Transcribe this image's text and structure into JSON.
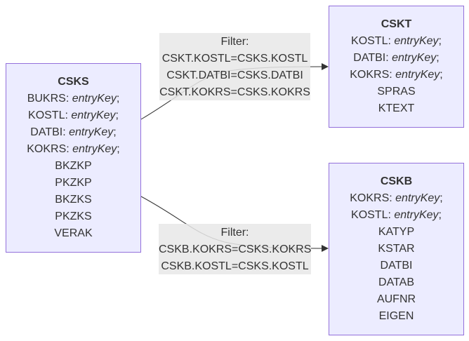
{
  "colors": {
    "entity_fill": "#ececff",
    "entity_border": "#9370db",
    "label_fill": "#e8e8e8",
    "edge": "#333333"
  },
  "entities": {
    "csks": {
      "name": "CSKS",
      "rows": [
        {
          "field": "BUKRS: ",
          "key": "entryKey",
          "suffix": ";"
        },
        {
          "field": "KOSTL: ",
          "key": "entryKey",
          "suffix": ";"
        },
        {
          "field": "DATBI: ",
          "key": "entryKey",
          "suffix": ";"
        },
        {
          "field": "KOKRS: ",
          "key": "entryKey",
          "suffix": ";"
        },
        {
          "field": "BKZKP"
        },
        {
          "field": "PKZKP"
        },
        {
          "field": "BKZKS"
        },
        {
          "field": "PKZKS"
        },
        {
          "field": "VERAK"
        }
      ]
    },
    "cskt": {
      "name": "CSKT",
      "rows": [
        {
          "field": "KOSTL: ",
          "key": "entryKey",
          "suffix": ";"
        },
        {
          "field": "DATBI: ",
          "key": "entryKey",
          "suffix": ";"
        },
        {
          "field": "KOKRS: ",
          "key": "entryKey",
          "suffix": ";"
        },
        {
          "field": "SPRAS"
        },
        {
          "field": "KTEXT"
        }
      ]
    },
    "cskb": {
      "name": "CSKB",
      "rows": [
        {
          "field": "KOKRS: ",
          "key": "entryKey",
          "suffix": ";"
        },
        {
          "field": "KOSTL: ",
          "key": "entryKey",
          "suffix": ";"
        },
        {
          "field": "KATYP"
        },
        {
          "field": "KSTAR"
        },
        {
          "field": "DATBI"
        },
        {
          "field": "DATAB"
        },
        {
          "field": "AUFNR"
        },
        {
          "field": "EIGEN"
        }
      ]
    }
  },
  "edges": {
    "csks_cskt": {
      "from": "CSKS",
      "to": "CSKT",
      "label": [
        "Filter:",
        "CSKT.KOSTL=CSKS.KOSTL",
        "CSKT.DATBI=CSKS.DATBI",
        "CSKT.KOKRS=CSKS.KOKRS"
      ]
    },
    "csks_cskb": {
      "from": "CSKS",
      "to": "CSKB",
      "label": [
        "Filter:",
        "CSKB.KOKRS=CSKS.KOKRS",
        "CSKB.KOSTL=CSKS.KOSTL"
      ]
    }
  }
}
